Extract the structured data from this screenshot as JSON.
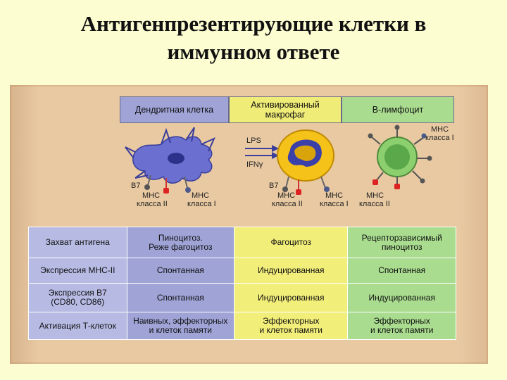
{
  "title": {
    "line1": "Антигенпрезентирующие клетки в",
    "line2": "иммунном ответе"
  },
  "headers": {
    "dendritic": "Дендритная клетка",
    "macrophage_line1": "Активированный",
    "macrophage_line2": "макрофаг",
    "b_cell": "В-лимфоцит"
  },
  "labels": {
    "lps": "LPS",
    "ifn": "IFNγ",
    "dendritic_b7": "B7",
    "dendritic_mhc2_1": "МНС",
    "dendritic_mhc2_2": "класса II",
    "dendritic_mhc1_1": "МНС",
    "dendritic_mhc1_2": "класса I",
    "macro_b7": "B7",
    "macro_mhc2_1": "МНС",
    "macro_mhc2_2": "класса II",
    "macro_mhc1_1": "МНС",
    "macro_mhc1_2": "класса I",
    "bcell_mhc1_1": "МНС",
    "bcell_mhc1_2": "класса I",
    "bcell_mhc2_1": "МНС",
    "bcell_mhc2_2": "класса II"
  },
  "table": {
    "rows": [
      {
        "label": "Захват антигена",
        "dendritic": [
          "Пиноцитоз.",
          "Реже фагоцитоз"
        ],
        "macrophage": [
          "Фагоцитоз"
        ],
        "b_cell": [
          "Рецепторзависимый",
          "пиноцитоз"
        ]
      },
      {
        "label": "Экспрессия МНС-II",
        "dendritic": [
          "Спонтанная"
        ],
        "macrophage": [
          "Индуцированная"
        ],
        "b_cell": [
          "Спонтанная"
        ]
      },
      {
        "label": [
          "Экспрессия В7",
          "(CD80, CD86)"
        ],
        "dendritic": [
          "Спонтанная"
        ],
        "macrophage": [
          "Индуцированная"
        ],
        "b_cell": [
          "Индуцированная"
        ]
      },
      {
        "label": "Активация Т-клеток",
        "dendritic": [
          "Наивных, эффекторных",
          "и клеток памяти"
        ],
        "macrophage": [
          "Эффекторных",
          "и клеток памяти"
        ],
        "b_cell": [
          "Эффекторных",
          "и клеток памяти"
        ]
      }
    ]
  },
  "colors": {
    "background": "#fdfdd2",
    "panel": "#e8c9a2",
    "dendritic_column": "#9fa3d6",
    "macrophage_column": "#f2ee7a",
    "b_cell_column": "#a9dc8f",
    "row_label": "#b7bbe4",
    "dendritic_cell": "#6a6fd0",
    "macrophage_cell": "#f5c21a",
    "b_cell": "#8ccf6e"
  }
}
